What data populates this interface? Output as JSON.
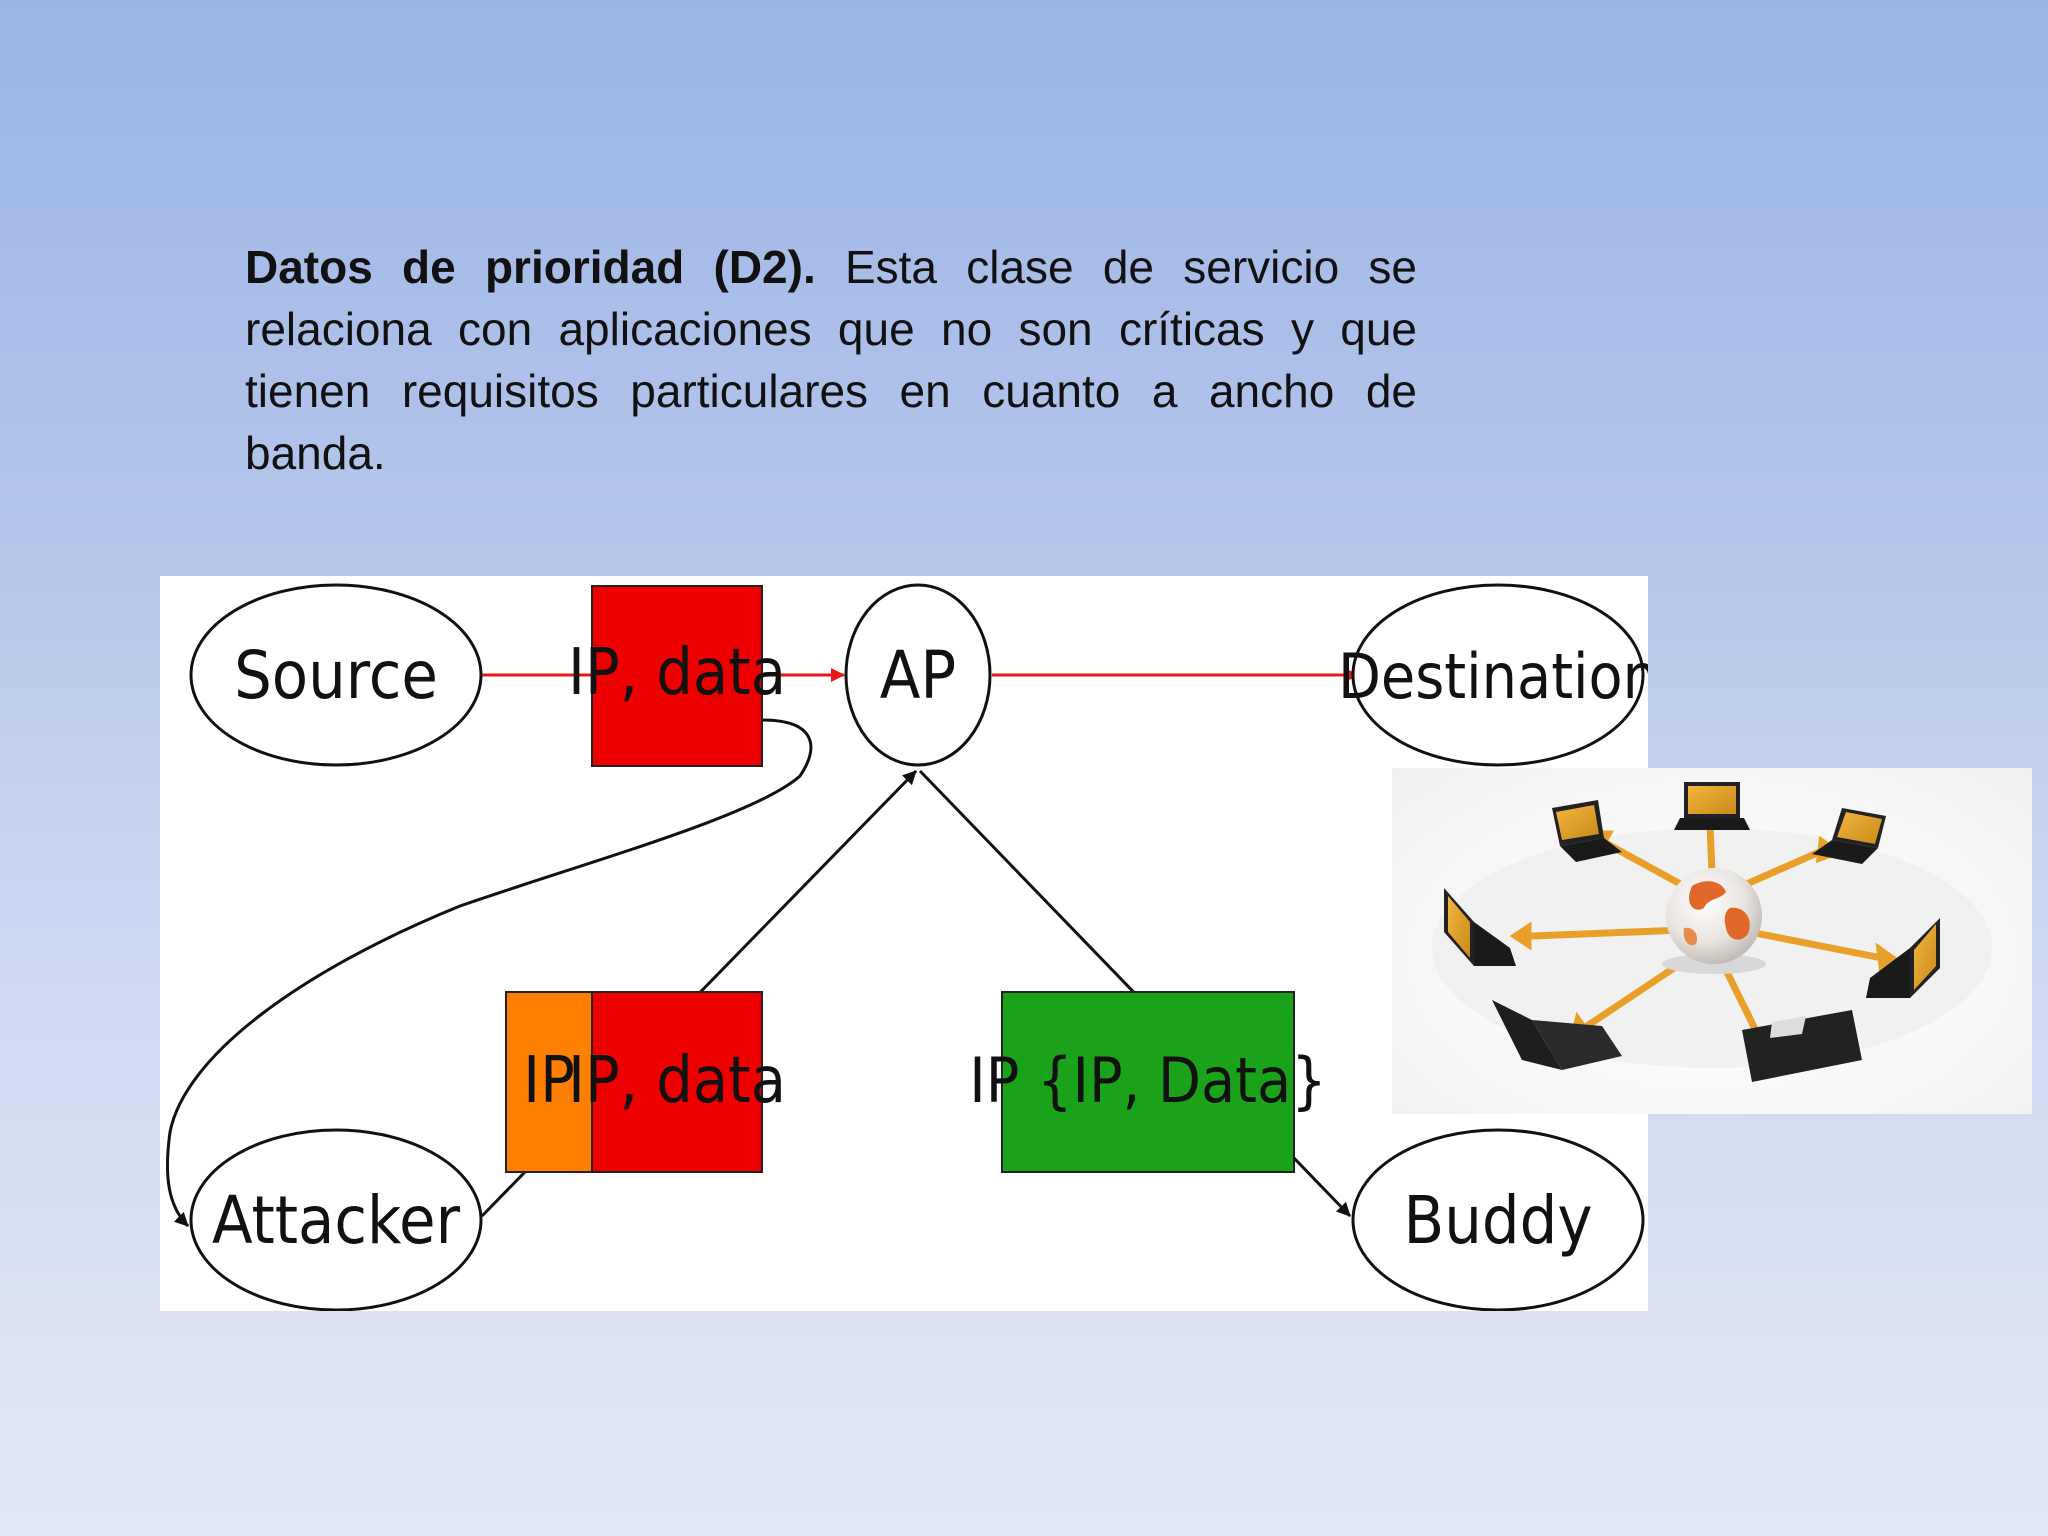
{
  "slide": {
    "heading_bold": "Datos de prioridad (D2).",
    "body": " Esta clase de servicio se relaciona con aplicaciones que no son críticas y que tienen requisitos particulares en cuanto a ancho de banda."
  },
  "diagram": {
    "nodes": {
      "source": "Source",
      "ap": "AP",
      "destination": "Destination",
      "attacker": "Attacker",
      "buddy": "Buddy"
    },
    "packets": {
      "top_data": "IP, data",
      "attacker_header": "IP",
      "attacker_data": "IP, data",
      "buddy_packet": "IP {IP, Data}"
    },
    "colors": {
      "red": "#ee0000",
      "orange": "#ff8000",
      "green": "#1aa31a",
      "red_line": "#e81818"
    }
  },
  "image": {
    "icons": [
      "globe-icon",
      "laptop-icon"
    ]
  }
}
